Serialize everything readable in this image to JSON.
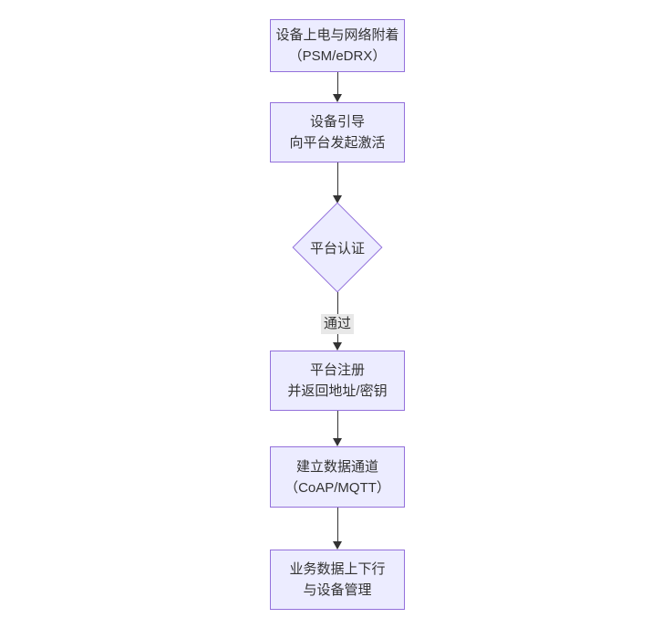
{
  "diagram": {
    "type": "flowchart",
    "direction": "top-down",
    "colors": {
      "background": "#ffffff",
      "node_fill": "#ECECFF",
      "node_border": "#9370DB",
      "arrow_line": "#333333",
      "text": "#333333",
      "edge_label_bg": "#e8e8e8"
    },
    "nodes": [
      {
        "id": "A",
        "shape": "rect",
        "lines": [
          "设备上电与网络附着",
          "（PSM/eDRX）"
        ]
      },
      {
        "id": "B",
        "shape": "rect",
        "lines": [
          "设备引导",
          "向平台发起激活"
        ]
      },
      {
        "id": "C",
        "shape": "diamond",
        "lines": [
          "平台认证"
        ]
      },
      {
        "id": "D",
        "shape": "rect",
        "lines": [
          "平台注册",
          "并返回地址/密钥"
        ]
      },
      {
        "id": "E",
        "shape": "rect",
        "lines": [
          "建立数据通道",
          "（CoAP/MQTT）"
        ]
      },
      {
        "id": "F",
        "shape": "rect",
        "lines": [
          "业务数据上下行",
          "与设备管理"
        ]
      }
    ],
    "edges": [
      {
        "from": "A",
        "to": "B",
        "label": ""
      },
      {
        "from": "B",
        "to": "C",
        "label": ""
      },
      {
        "from": "C",
        "to": "D",
        "label": "通过"
      },
      {
        "from": "D",
        "to": "E",
        "label": ""
      },
      {
        "from": "E",
        "to": "F",
        "label": ""
      }
    ]
  }
}
